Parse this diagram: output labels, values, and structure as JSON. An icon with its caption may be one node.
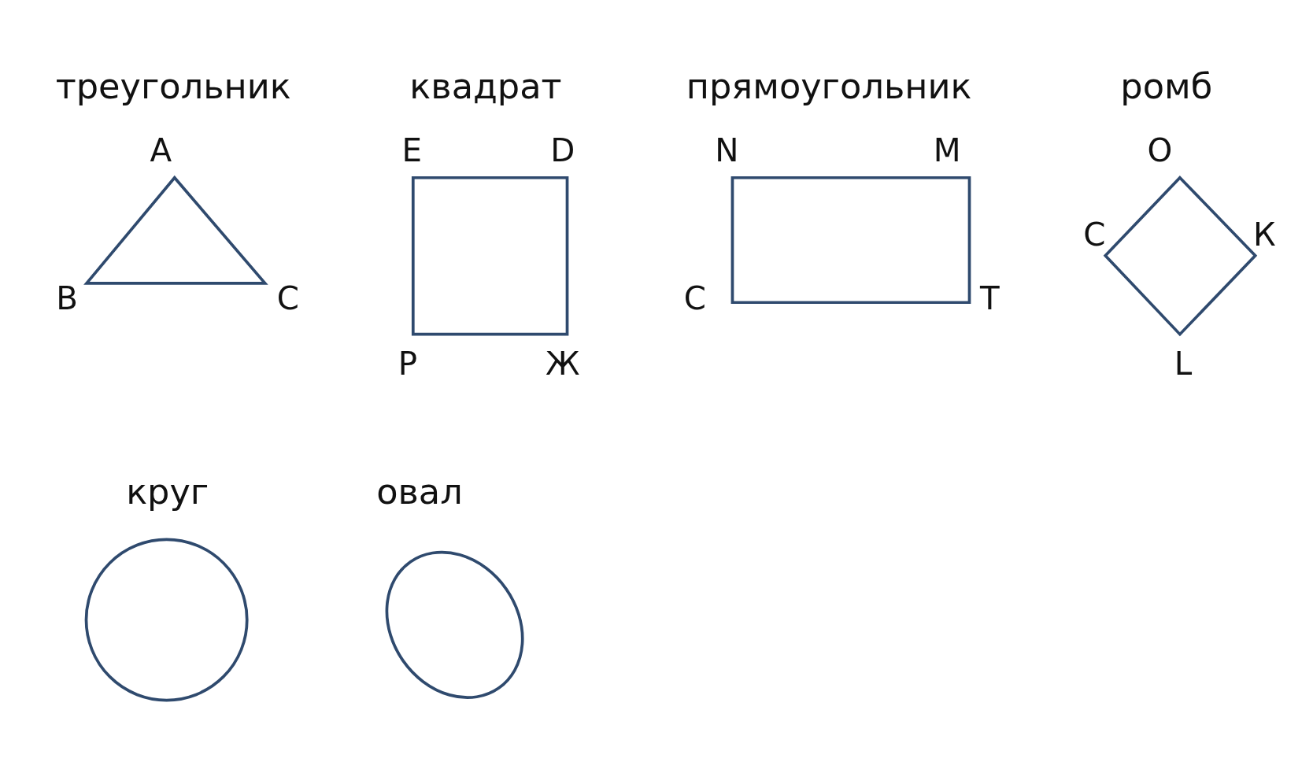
{
  "diagram": {
    "nodes": [
      {
        "text": [
          "треугольник"
        ],
        "beside": [
          "A",
          "B",
          "C"
        ]
      },
      {
        "text": [
          "квадрат"
        ],
        "beside": [
          "E",
          "D",
          "P",
          "Ж"
        ]
      },
      {
        "text": [
          "прямоугольник"
        ],
        "beside": [
          "N",
          "M",
          "C",
          "T"
        ]
      },
      {
        "text": [
          "ромб"
        ],
        "beside": [
          "O",
          "C",
          "К",
          "L"
        ]
      },
      {
        "text": [
          "круг"
        ]
      },
      {
        "text": [
          "овал"
        ]
      }
    ]
  }
}
